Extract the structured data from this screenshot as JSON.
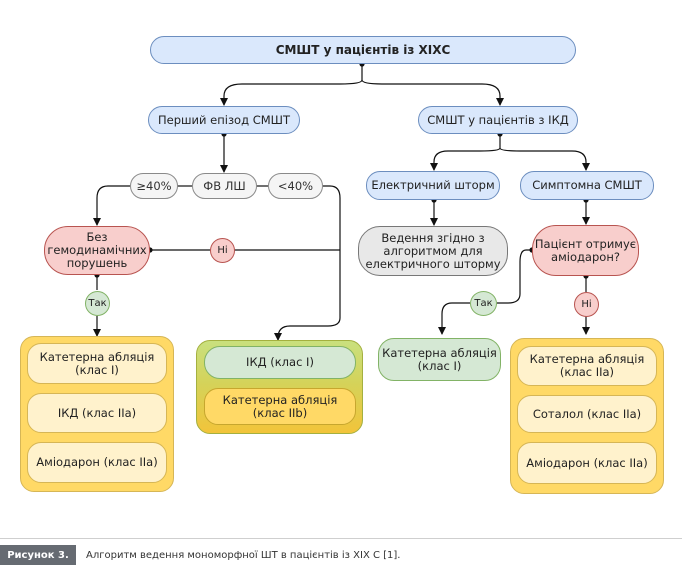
{
  "nodes": {
    "root": "СМШТ у пацієнтів із ХІХС",
    "first_episode": "Перший епізод СМШТ",
    "icd_patients": "СМШТ у пацієнтів з ІКД",
    "ge40": "≥40%",
    "lvef": "ФВ ЛШ",
    "lt40": "<40%",
    "electric_storm": "Електричний шторм",
    "symptomatic": "Симптомна СМШТ",
    "no_hemodynamic": "Без гемодинамічних порушень",
    "no1": "Ні",
    "storm_management": "Ведення згідно з алгоритмом для електричного шторму",
    "amiodarone_q": "Пацієнт отримує аміодарон?",
    "yes1": "Так",
    "yes2": "Так",
    "no2": "Ні",
    "left_group": [
      "Катетерна абляція (клас I)",
      "ІКД (клас IIa)",
      "Аміодарон (клас IIa)"
    ],
    "mid_group": [
      "ІКД (клас I)",
      "Катетерна абляція (клас IIb)"
    ],
    "ablation_class1": "Катетерна абляція (клас I)",
    "right_group": [
      "Катетерна абляція (клас IIa)",
      "Соталол (клас IIa)",
      "Аміодарон (клас IIa)"
    ]
  },
  "caption": {
    "label": "Рисунок 3.",
    "text": "Алгоритм ведення мономорфної ШТ в пацієнтів із ХІХ С [1]."
  }
}
